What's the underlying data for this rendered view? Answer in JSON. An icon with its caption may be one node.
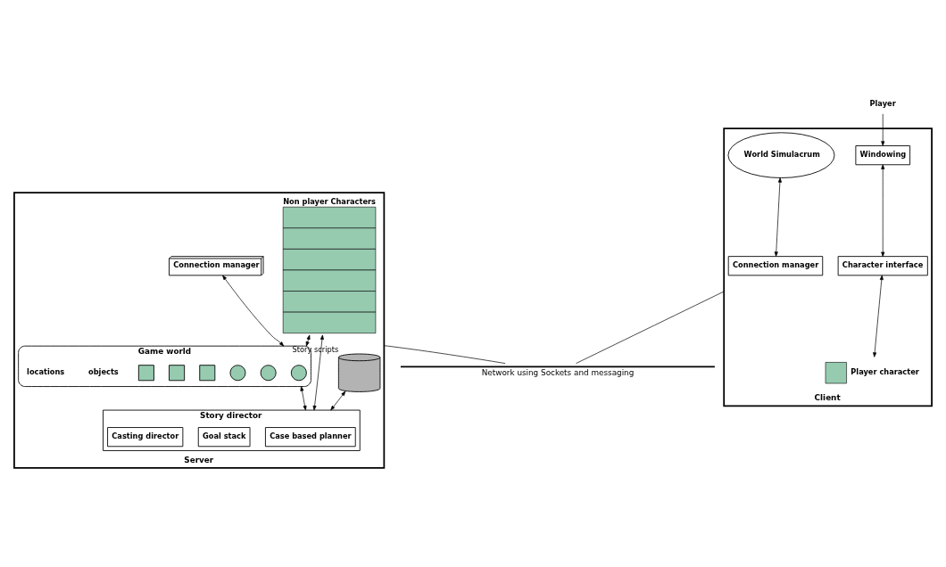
{
  "diagram": {
    "nodes": [
      {
        "text": [
          "Server"
        ]
      },
      {
        "text": [],
        "shape": "cylinder",
        "beside": [
          "Story scripts"
        ],
        "in": 0
      },
      {
        "text": [
          "Story director"
        ],
        "in": 0
      },
      {
        "text": [
          "Case based planner"
        ],
        "in": 2
      },
      {
        "text": [
          "Goal stack"
        ],
        "in": 2
      },
      {
        "text": [
          "Casting director"
        ],
        "in": 2
      },
      {
        "text": [],
        "shape": "box",
        "beside": [
          "Non player Characters"
        ],
        "in": 0
      },
      {
        "text": [
          "Game world"
        ],
        "in": 0
      },
      {
        "text": [],
        "shape": "circle",
        "in": 7
      },
      {
        "text": [],
        "shape": "circle",
        "in": 7
      },
      {
        "text": [],
        "shape": "circle",
        "in": 7
      },
      {
        "text": [],
        "shape": "box",
        "in": 7
      },
      {
        "text": [],
        "shape": "box",
        "in": 7
      },
      {
        "text": [],
        "shape": "box",
        "in": 7
      },
      {
        "text": [
          "Connection manager"
        ],
        "in": 0
      },
      {
        "text": [
          "Client"
        ]
      },
      {
        "text": [
          "Player"
        ]
      },
      {
        "text": [
          "Windowing"
        ],
        "in": 15
      },
      {
        "text": [
          "Character interface"
        ],
        "in": 15
      },
      {
        "text": [],
        "shape": "box",
        "beside": [
          "Player character"
        ],
        "in": 15
      },
      {
        "text": [
          "World Simulacrum"
        ],
        "in": 15
      },
      {
        "text": [
          "Connection manager"
        ],
        "in": 15
      },
      {
        "text": [
          "Network using Sockets and messaging"
        ]
      }
    ],
    "edges": [
      {
        "from": 1,
        "to": 2,
        "arrow": "both"
      },
      {
        "from": 2,
        "to": 6,
        "arrow": "both"
      },
      {
        "from": 7,
        "to": 2,
        "arrow": "both"
      },
      {
        "from": 7,
        "to": 6,
        "arrow": "both"
      },
      {
        "from": 14,
        "to": 7,
        "arrow": "both"
      },
      {
        "from": 16,
        "to": 17,
        "arrow": "to"
      },
      {
        "from": 17,
        "to": 18,
        "arrow": "both"
      },
      {
        "from": 18,
        "to": 19,
        "arrow": "both"
      },
      {
        "from": 20,
        "to": 21,
        "arrow": "both"
      },
      {
        "from": 0,
        "to": 22,
        "arrow": "none"
      },
      {
        "from": 15,
        "to": 22,
        "arrow": "none"
      }
    ],
    "labels": [
      "objects",
      "locations"
    ]
  }
}
